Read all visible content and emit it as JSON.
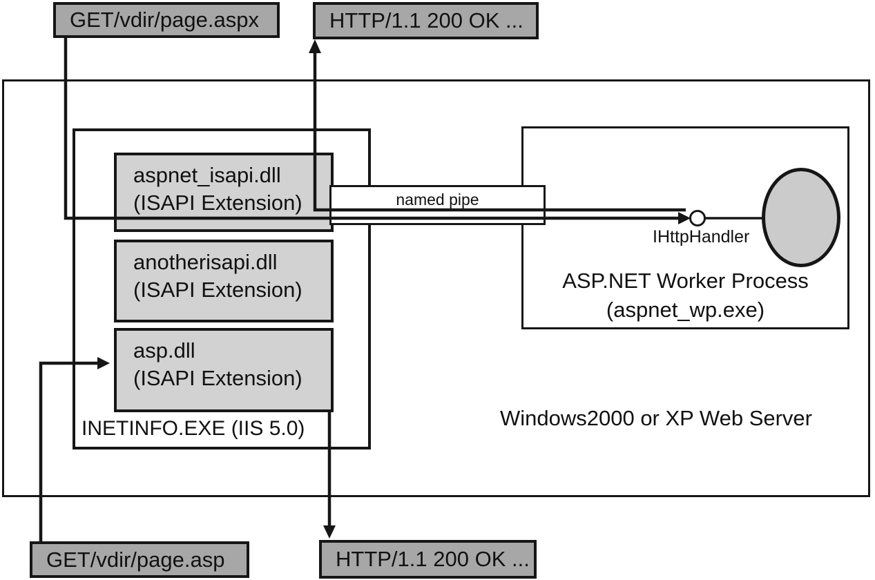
{
  "messages": {
    "aspx_request": "GET/vdir/page.aspx",
    "aspx_response": "HTTP/1.1 200 OK ...",
    "asp_request": "GET/vdir/page.asp",
    "asp_response": "HTTP/1.1 200 OK ..."
  },
  "server": {
    "label": "Windows2000 or XP Web Server"
  },
  "iis": {
    "label": "INETINFO.EXE (IIS 5.0)"
  },
  "modules": [
    {
      "name": "aspnet_isapi.dll",
      "type": "(ISAPI Extension)"
    },
    {
      "name": "anotherisapi.dll",
      "type": "(ISAPI Extension)"
    },
    {
      "name": "asp.dll",
      "type": "(ISAPI Extension)"
    }
  ],
  "worker": {
    "name": "ASP.NET Worker Process",
    "exe": "(aspnet_wp.exe)"
  },
  "pipe": {
    "label": "named pipe"
  },
  "interface": {
    "label": "IHttpHandler"
  },
  "colors": {
    "message_fill": "#a7a7a7",
    "module_fill": "#d2d2d2",
    "ellipse_fill": "#cbcbcb",
    "pipe_fill": "#ffffff",
    "line": "#161616",
    "text": "#111111",
    "background": "#ffffff"
  }
}
